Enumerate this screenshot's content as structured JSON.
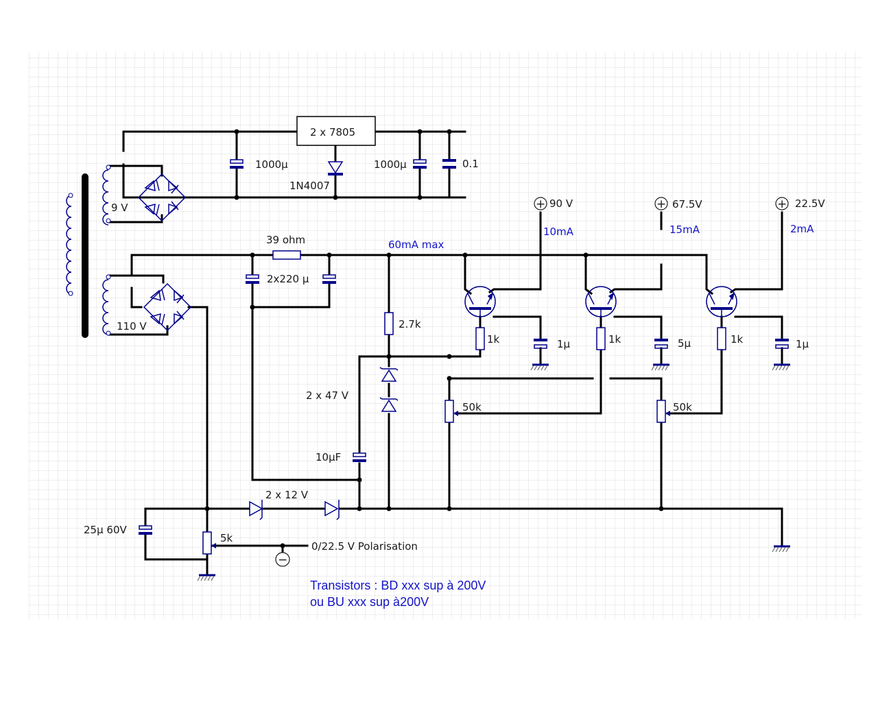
{
  "colors": {
    "wire": "#000000",
    "component": "#00008b",
    "grid": "#d9d9d9",
    "label": "#1a1a1a",
    "blue_label": "#1414c8"
  },
  "labels": {
    "regulator": "2 x 7805",
    "diode_1n4007": "1N4007",
    "cap_in": "1000µ",
    "cap_out": "1000µ",
    "cap_01": "0.1",
    "winding_9v": "9 V",
    "winding_110v": "110 V",
    "res_39": "39 ohm",
    "current_max": "60mA max",
    "cap_2x220": "2x220 µ",
    "res_27k": "2.7k",
    "zener_47": "2 x 47 V",
    "cap_10u": "10µF",
    "zener_12": "2 x 12 V",
    "cap_25u": "25µ 60V",
    "pot_5k": "5k",
    "polarisation": "0/22.5 V Polarisation",
    "rail_90": "90 V",
    "rail_675": "67.5V",
    "rail_225": "22.5V",
    "cur_10": "10mA",
    "cur_15": "15mA",
    "cur_2": "2mA",
    "res_1k_a": "1k",
    "res_1k_b": "1k",
    "res_1k_c": "1k",
    "cap_1u_a": "1µ",
    "cap_5u": "5µ",
    "cap_1u_c": "1µ",
    "pot_50k_a": "50k",
    "pot_50k_b": "50k",
    "plus_sign": "+",
    "minus_sign": "−",
    "note_line1": "Transistors : BD xxx sup à 200V",
    "note_line2": "ou BU xxx sup à200V"
  }
}
